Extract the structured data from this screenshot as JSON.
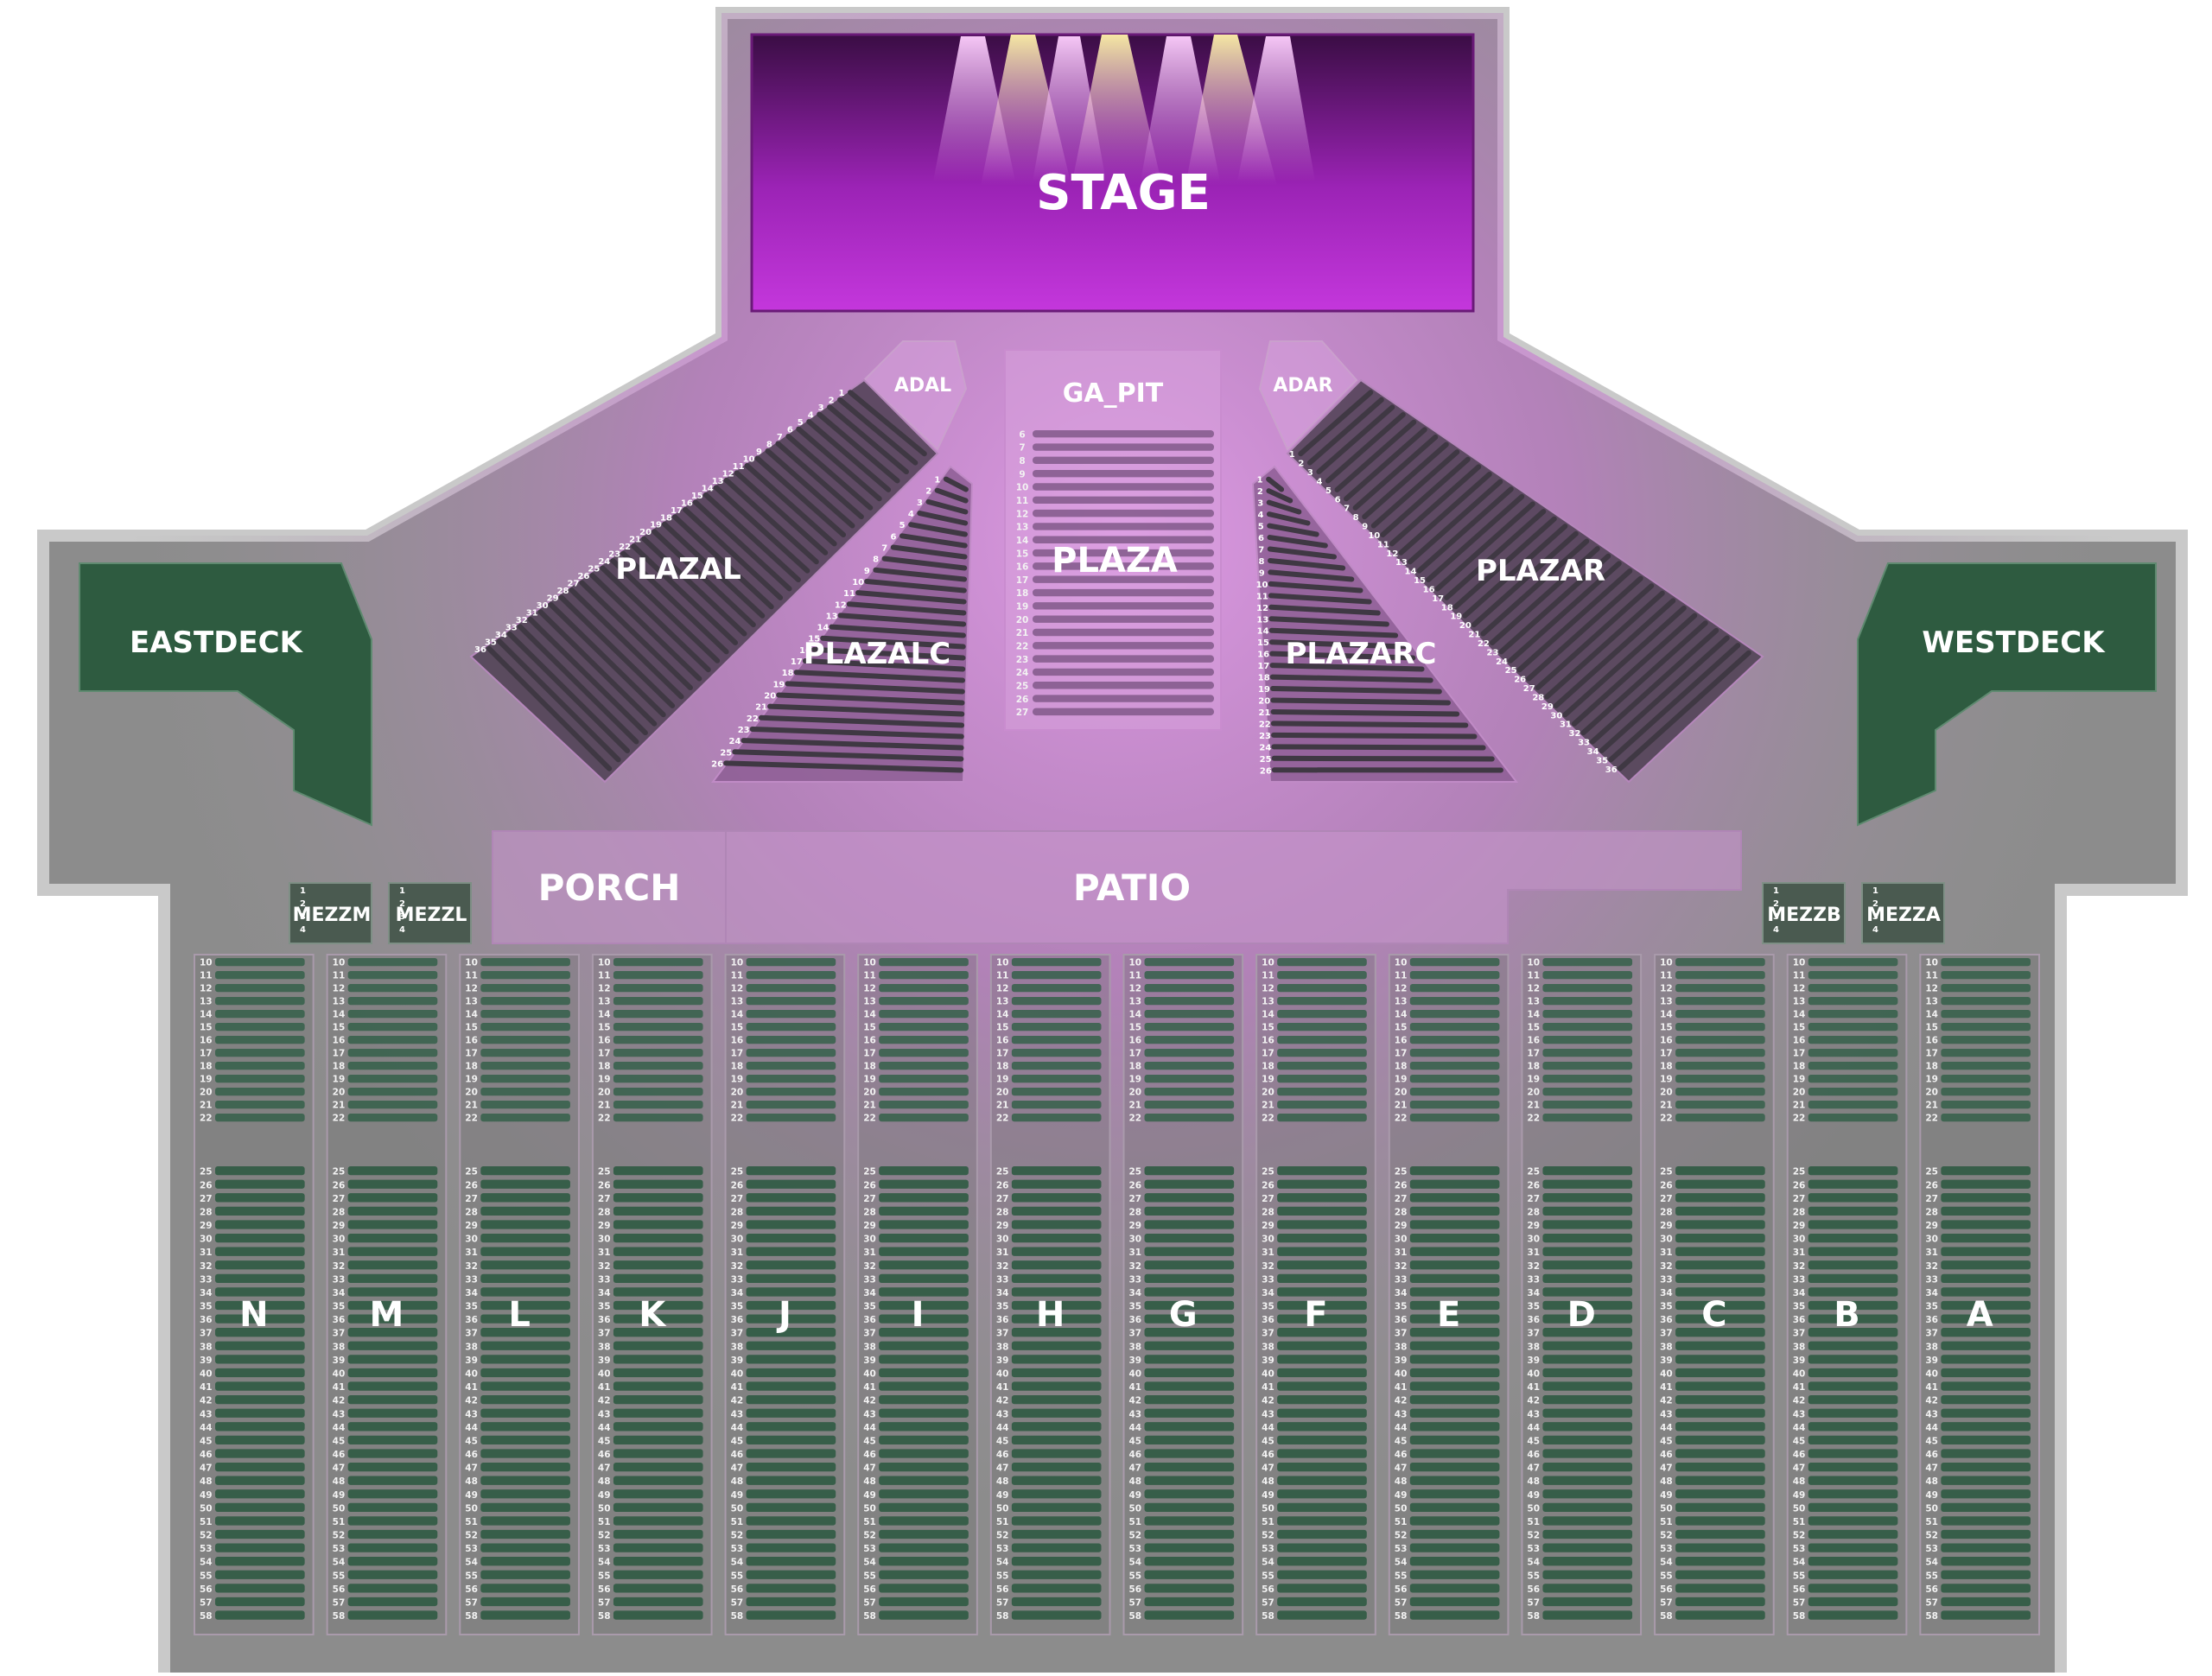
{
  "stage": {
    "label": "STAGE"
  },
  "pit": {
    "label": "GA_PIT",
    "rows": [
      "6",
      "7",
      "8",
      "9",
      "10",
      "11",
      "12",
      "13",
      "14",
      "15",
      "16",
      "17",
      "18",
      "19",
      "20",
      "21",
      "22",
      "23",
      "24",
      "25",
      "26",
      "27"
    ]
  },
  "plaza": {
    "label": "PLAZA"
  },
  "plazal": {
    "label": "PLAZAL",
    "rows": [
      "1",
      "2",
      "3",
      "4",
      "5",
      "6",
      "7",
      "8",
      "9",
      "10",
      "11",
      "12",
      "13",
      "14",
      "15",
      "16",
      "17",
      "18",
      "19",
      "20",
      "21",
      "22",
      "23",
      "24",
      "25",
      "26",
      "27",
      "28",
      "29",
      "30",
      "31",
      "32",
      "33",
      "34",
      "35",
      "36"
    ]
  },
  "plazalc": {
    "label": "PLAZALC",
    "rows": [
      "1",
      "2",
      "3",
      "4",
      "5",
      "6",
      "7",
      "8",
      "9",
      "10",
      "11",
      "12",
      "13",
      "14",
      "15",
      "16",
      "17",
      "18",
      "19",
      "20",
      "21",
      "22",
      "23",
      "24",
      "25",
      "26"
    ]
  },
  "plazarc": {
    "label": "PLAZARC",
    "rows": [
      "1",
      "2",
      "3",
      "4",
      "5",
      "6",
      "7",
      "8",
      "9",
      "10",
      "11",
      "12",
      "13",
      "14",
      "15",
      "16",
      "17",
      "18",
      "19",
      "20",
      "21",
      "22",
      "23",
      "24",
      "25",
      "26"
    ]
  },
  "plazar": {
    "label": "PLAZAR",
    "rows": [
      "1",
      "2",
      "3",
      "4",
      "5",
      "6",
      "7",
      "8",
      "9",
      "10",
      "11",
      "12",
      "13",
      "14",
      "15",
      "16",
      "17",
      "18",
      "19",
      "20",
      "21",
      "22",
      "23",
      "24",
      "25",
      "26",
      "27",
      "28",
      "29",
      "30",
      "31",
      "32",
      "33",
      "34",
      "35",
      "36"
    ]
  },
  "adal": {
    "label": "ADAL"
  },
  "adar": {
    "label": "ADAR"
  },
  "eastdeck": {
    "label": "EASTDECK"
  },
  "westdeck": {
    "label": "WESTDECK"
  },
  "porch": {
    "label": "PORCH"
  },
  "patio": {
    "label": "PATIO"
  },
  "mezz": [
    {
      "label": "MEZZM",
      "rows": [
        "1",
        "2",
        "3",
        "4"
      ]
    },
    {
      "label": "MEZZL",
      "rows": [
        "1",
        "2",
        "3",
        "4"
      ]
    },
    {
      "label": "MEZZB",
      "rows": [
        "1",
        "2",
        "3",
        "4"
      ]
    },
    {
      "label": "MEZZA",
      "rows": [
        "1",
        "2",
        "3",
        "4"
      ]
    }
  ],
  "lawn": {
    "sections": [
      "N",
      "M",
      "L",
      "K",
      "J",
      "I",
      "H",
      "G",
      "F",
      "E",
      "D",
      "C",
      "B",
      "A"
    ],
    "front_rows": [
      "10",
      "11",
      "12",
      "13",
      "14",
      "15",
      "16",
      "17",
      "18",
      "19",
      "20",
      "21",
      "22"
    ],
    "back_rows": [
      "25",
      "26",
      "27",
      "28",
      "29",
      "30",
      "31",
      "32",
      "33",
      "34",
      "35",
      "36",
      "37",
      "38",
      "39",
      "40",
      "41",
      "42",
      "43",
      "44",
      "45",
      "46",
      "47",
      "48",
      "49",
      "50",
      "51",
      "52",
      "53",
      "54",
      "55",
      "56",
      "57",
      "58"
    ]
  },
  "colors": {
    "stage": "#b12ccd",
    "glow": "#d58ee0",
    "concrete": "#8f8f8f",
    "seat_green": "#2f5a43",
    "deck_green": "#2d5a40",
    "label": "#ffffff"
  }
}
